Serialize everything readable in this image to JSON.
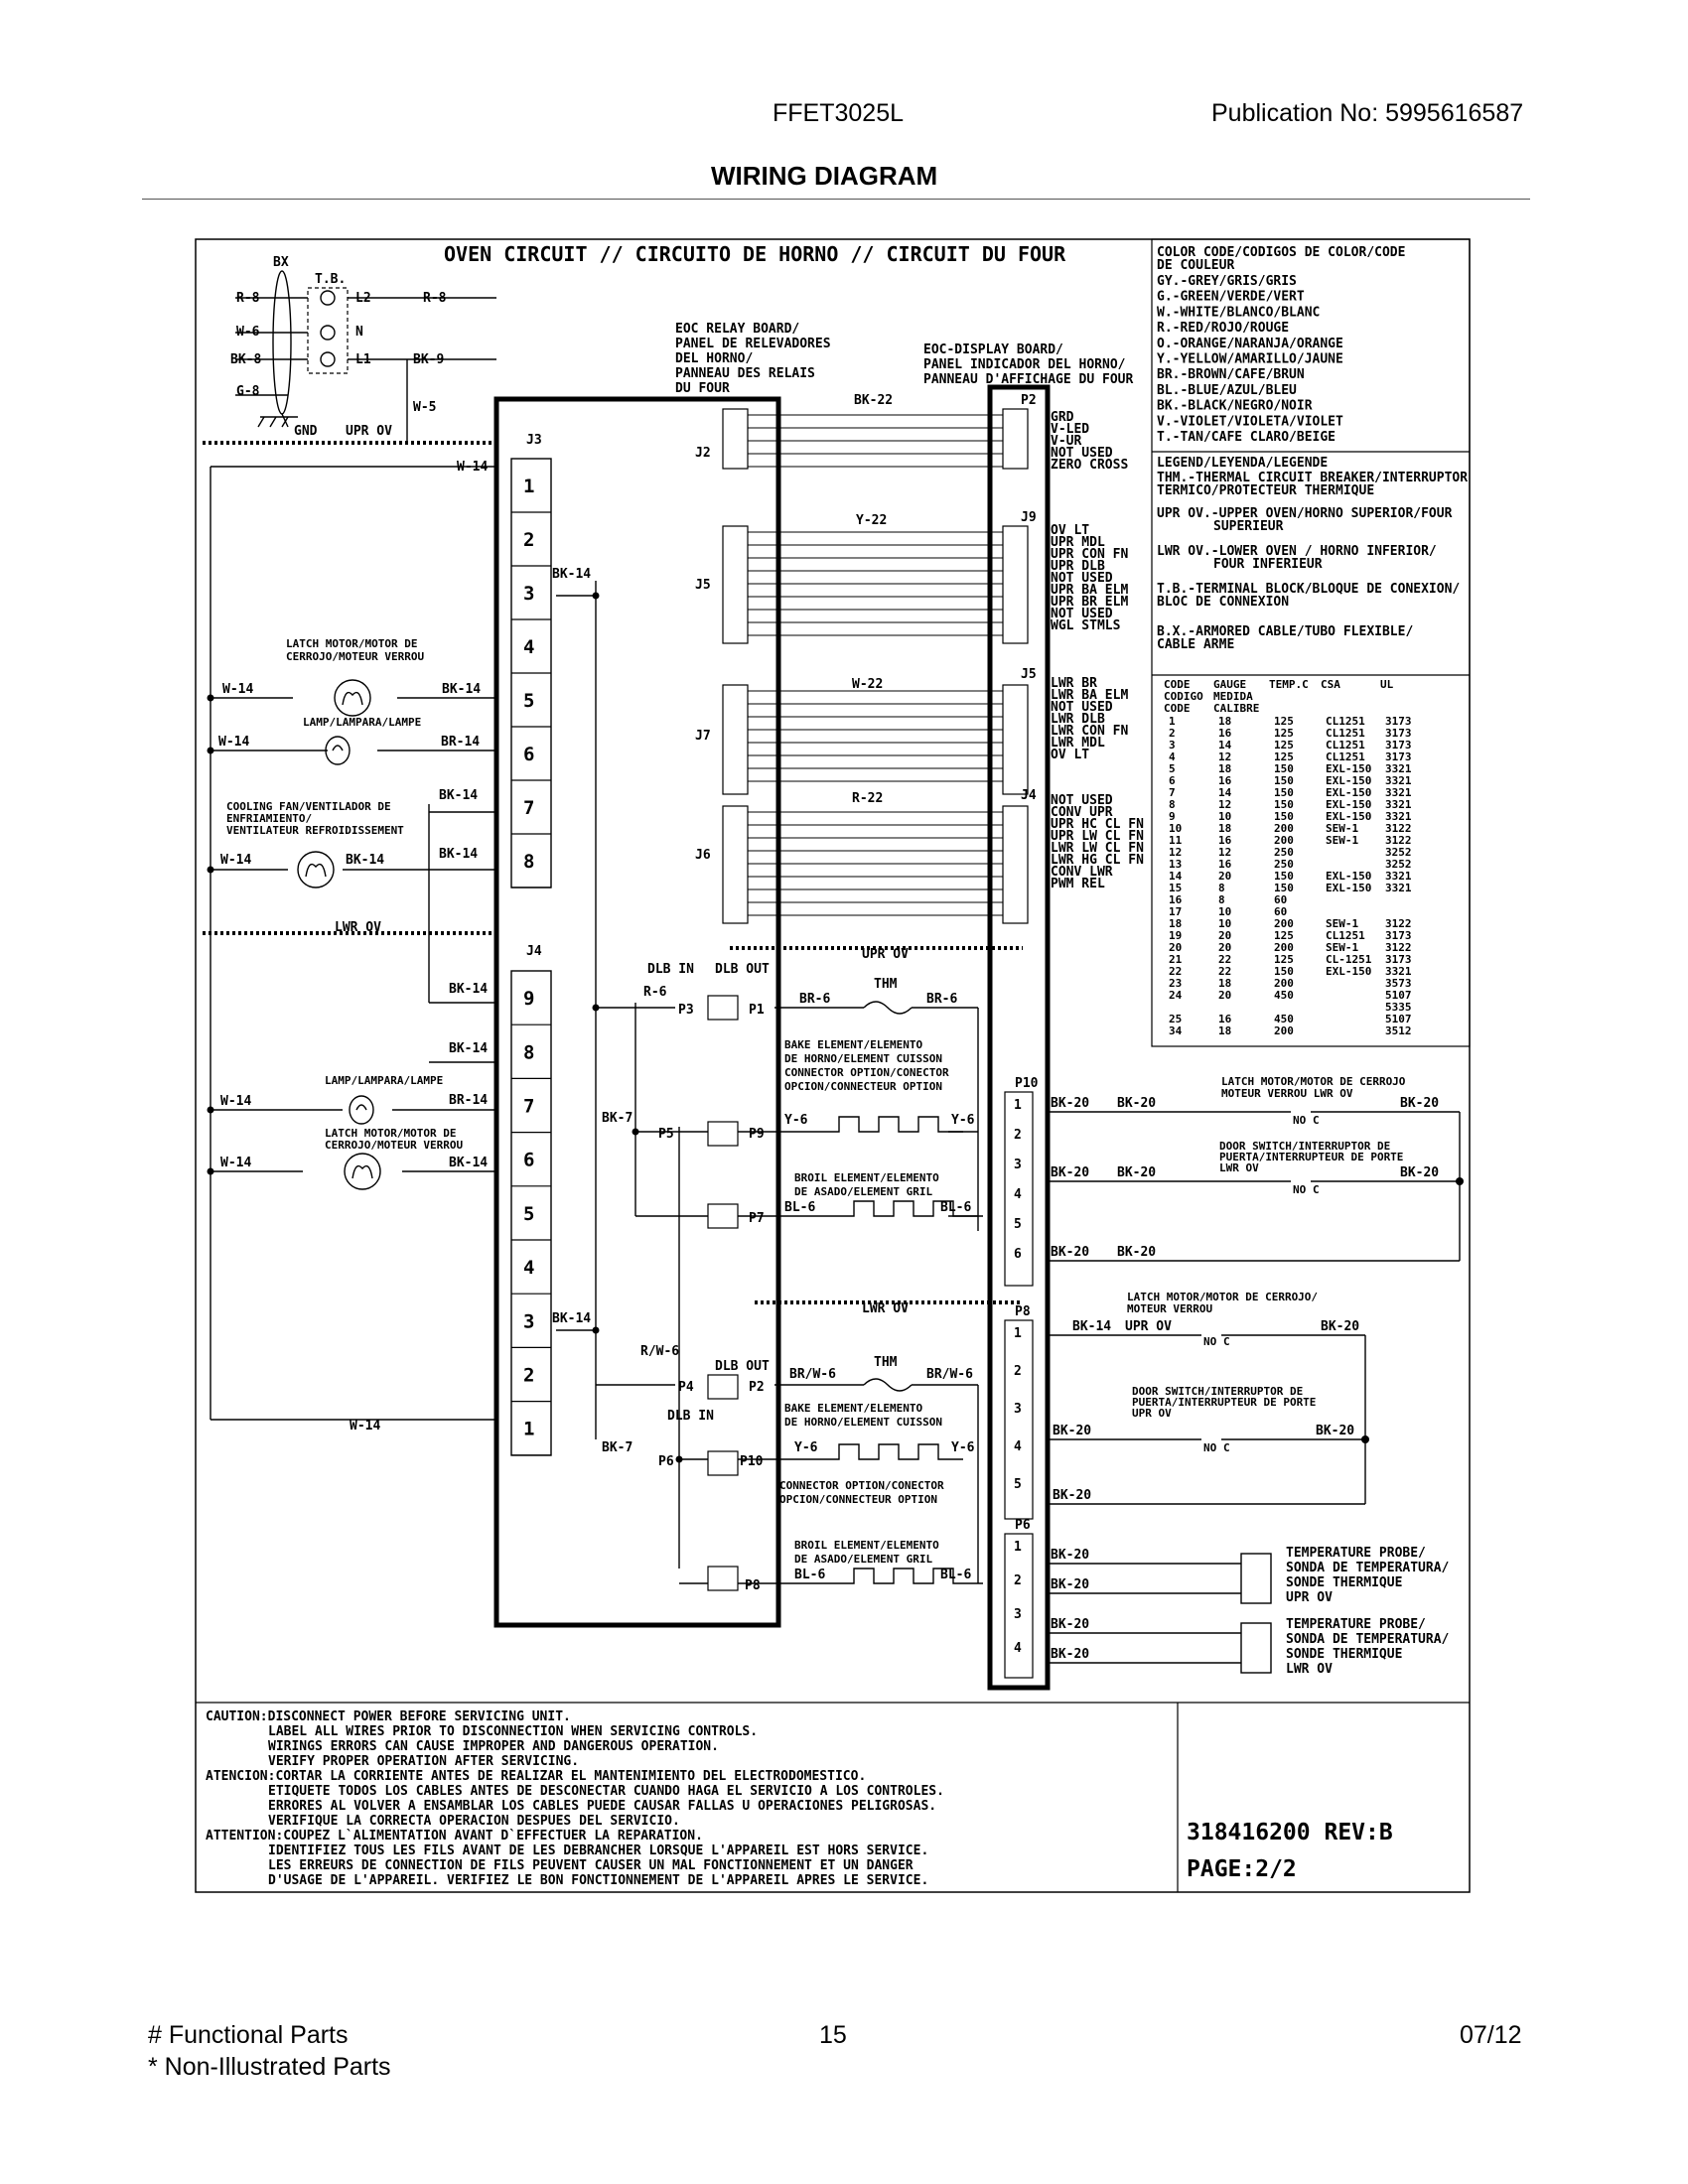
{
  "header": {
    "model": "FFET3025L",
    "publication": "Publication No:  5995616587",
    "title": "WIRING DIAGRAM"
  },
  "footer": {
    "functional": "# Functional Parts",
    "non_illustrated": "* Non-Illustrated Parts",
    "page": "15",
    "date": "07/12"
  },
  "diagram": {
    "title": "OVEN CIRCUIT // CIRCUITO DE HORNO // CIRCUIT DU FOUR",
    "bx": "BX",
    "tb": "T.B.",
    "gnd": "GND",
    "upr_ov": "UPR OV",
    "lwr_ov": "LWR OV",
    "relay_board": [
      "EOC RELAY BOARD/",
      "PANEL DE RELEVADORES",
      "DEL HORNO/",
      "PANNEAU DES RELAIS",
      "DU FOUR"
    ],
    "display_board": [
      "EOC-DISPLAY BOARD/",
      "PANEL INDICADOR DEL HORNO/",
      "PANNEAU D'AFFICHAGE DU FOUR"
    ],
    "wires": {
      "r8": "R-8",
      "w6": "W-6",
      "bk8": "BK-8",
      "g8": "G-8",
      "bk9": "BK-9",
      "w5": "W-5",
      "w14": "W-14",
      "bk14": "BK-14",
      "br14": "BR-14",
      "bk22": "BK-22",
      "y22": "Y-22",
      "w22": "W-22",
      "r22": "R-22",
      "r6": "R-6",
      "br6": "BR-6",
      "bk7": "BK-7",
      "y6": "Y-6",
      "bl6": "BL-6",
      "rw6": "R/W-6",
      "brw6": "BR/W-6",
      "bk20": "BK-20"
    },
    "tb_terms": [
      "L2",
      "N",
      "L1"
    ],
    "j3_label": "J3",
    "j4_label": "J4",
    "j3_pins": [
      "1",
      "2",
      "3",
      "4",
      "5",
      "6",
      "7",
      "8"
    ],
    "j4_pins": [
      "9",
      "8",
      "7",
      "6",
      "5",
      "4",
      "3",
      "2",
      "1"
    ],
    "connectors": [
      "J2",
      "J5",
      "J7",
      "J6"
    ],
    "p2_signals": [
      "GRD",
      "V-LED",
      "V-UR",
      "NOT USED",
      "ZERO CROSS"
    ],
    "j9_signals": [
      "OV LT",
      "UPR MDL",
      "UPR CON FN",
      "UPR DLB",
      "NOT USED",
      "UPR BA ELM",
      "UPR BR ELM",
      "NOT USED",
      "WGL STMLS"
    ],
    "j5_signals": [
      "LWR BR",
      "LWR BA ELM",
      "NOT USED",
      "LWR DLB",
      "LWR CON FN",
      "LWR MDL",
      "OV LT"
    ],
    "j4b_signals": [
      "NOT USED",
      "CONV UPR",
      "UPR HC CL FN",
      "UPR LW CL FN",
      "LWR LW CL FN",
      "LWR HG CL FN",
      "CONV LWR",
      "PWM REL"
    ],
    "disp_labels": [
      "P2",
      "J9",
      "J5",
      "J4",
      "P10",
      "P8",
      "P6"
    ],
    "latch_motor": [
      "LATCH MOTOR/MOTOR DE",
      "CERROJO/MOTEUR VERROU"
    ],
    "lamp": "LAMP/LAMPARA/LAMPE",
    "cooling_fan": [
      "COOLING FAN/VENTILADOR DE",
      "ENFRIAMIENTO/",
      "VENTILATEUR REFROIDISSEMENT"
    ],
    "dlb_in": "DLB IN",
    "dlb_out": "DLB OUT",
    "thm": "THM",
    "bake_element": [
      "BAKE ELEMENT/ELEMENTO",
      "DE HORNO/ELEMENT CUISSON",
      "CONNECTOR OPTION/CONECTOR",
      "OPCION/CONNECTEUR OPTION"
    ],
    "broil_element": [
      "BROIL ELEMENT/ELEMENTO",
      "DE ASADO/ELEMENT GRIL"
    ],
    "relay_labels": [
      "P3",
      "P1",
      "P5",
      "P9",
      "P7",
      "P4",
      "P2",
      "P6",
      "P10",
      "P8"
    ],
    "latch_lwr": [
      "LATCH MOTOR/MOTOR DE CERROJO",
      "MOTEUR VERROU LWR OV"
    ],
    "door_lwr": [
      "DOOR SWITCH/INTERRUPTOR DE",
      "PUERTA/INTERRUPTEUR DE PORTE",
      "LWR OV"
    ],
    "latch_upr": [
      "LATCH MOTOR/MOTOR DE CERROJO/",
      "MOTEUR VERROU"
    ],
    "door_upr": [
      "DOOR SWITCH/INTERRUPTOR DE",
      "PUERTA/INTERRUPTEUR DE PORTE",
      "UPR OV"
    ],
    "probe_upr": [
      "TEMPERATURE PROBE/",
      "SONDA DE TEMPERATURA/",
      "SONDE THERMIQUE",
      "UPR OV"
    ],
    "probe_lwr": [
      "TEMPERATURE PROBE/",
      "SONDA DE TEMPERATURA/",
      "SONDE THERMIQUE",
      "LWR OV"
    ],
    "no": "NO",
    "c": "C"
  },
  "legend": {
    "color_code_title": [
      "COLOR CODE/CODIGOS DE COLOR/CODE",
      "DE COULEUR"
    ],
    "colors": [
      "GY.-GREY/GRIS/GRIS",
      "G.-GREEN/VERDE/VERT",
      "W.-WHITE/BLANCO/BLANC",
      "R.-RED/ROJO/ROUGE",
      "O.-ORANGE/NARANJA/ORANGE",
      "Y.-YELLOW/AMARILLO/JAUNE",
      "BR.-BROWN/CAFE/BRUN",
      "BL.-BLUE/AZUL/BLEU",
      "BK.-BLACK/NEGRO/NOIR",
      "V.-VIOLET/VIOLETA/VIOLET",
      "T.-TAN/CAFE CLARO/BEIGE"
    ],
    "legend_title": "LEGEND/LEYENDA/LEGENDE",
    "legend_items": [
      "THM.-THERMAL CIRCUIT BREAKER/INTERRUPTOR",
      "TERMICO/PROTECTEUR THERMIQUE",
      "UPR OV.-UPPER OVEN/HORNO SUPERIOR/FOUR",
      "SUPERIEUR",
      "LWR OV.-LOWER OVEN / HORNO INFERIOR/",
      "FOUR INFERIEUR",
      "T.B.-TERMINAL BLOCK/BLOQUE DE CONEXION/",
      "BLOC DE CONNEXION",
      "B.X.-ARMORED CABLE/TUBO FLEXIBLE/",
      "CABLE ARME"
    ],
    "gauge_table": {
      "headers": [
        "CODE",
        "GAUGE",
        "TEMP.C",
        "CSA",
        "UL"
      ],
      "subheaders": [
        "CODIGO",
        "MEDIDA",
        "CODE",
        "CALIBRE"
      ],
      "rows": [
        [
          "1",
          "18",
          "125",
          "CL1251",
          "3173"
        ],
        [
          "2",
          "16",
          "125",
          "CL1251",
          "3173"
        ],
        [
          "3",
          "14",
          "125",
          "CL1251",
          "3173"
        ],
        [
          "4",
          "12",
          "125",
          "CL1251",
          "3173"
        ],
        [
          "5",
          "18",
          "150",
          "EXL-150",
          "3321"
        ],
        [
          "6",
          "16",
          "150",
          "EXL-150",
          "3321"
        ],
        [
          "7",
          "14",
          "150",
          "EXL-150",
          "3321"
        ],
        [
          "8",
          "12",
          "150",
          "EXL-150",
          "3321"
        ],
        [
          "9",
          "10",
          "150",
          "EXL-150",
          "3321"
        ],
        [
          "10",
          "18",
          "200",
          "SEW-1",
          "3122"
        ],
        [
          "11",
          "16",
          "200",
          "SEW-1",
          "3122"
        ],
        [
          "12",
          "12",
          "250",
          "",
          "3252"
        ],
        [
          "13",
          "16",
          "250",
          "",
          "3252"
        ],
        [
          "14",
          "20",
          "150",
          "EXL-150",
          "3321"
        ],
        [
          "15",
          "8",
          "150",
          "EXL-150",
          "3321"
        ],
        [
          "16",
          "8",
          "60",
          "",
          ""
        ],
        [
          "17",
          "10",
          "60",
          "",
          ""
        ],
        [
          "18",
          "10",
          "200",
          "SEW-1",
          "3122"
        ],
        [
          "19",
          "20",
          "125",
          "CL1251",
          "3173"
        ],
        [
          "20",
          "20",
          "200",
          "SEW-1",
          "3122"
        ],
        [
          "21",
          "22",
          "125",
          "CL-1251",
          "3173"
        ],
        [
          "22",
          "22",
          "150",
          "EXL-150",
          "3321"
        ],
        [
          "23",
          "18",
          "200",
          "",
          "3573"
        ],
        [
          "24",
          "20",
          "450",
          "",
          "5107"
        ],
        [
          "",
          "",
          "",
          "",
          "5335"
        ],
        [
          "25",
          "16",
          "450",
          "",
          "5107"
        ],
        [
          "34",
          "18",
          "200",
          "",
          "3512"
        ]
      ]
    }
  },
  "caution": {
    "lines": [
      "CAUTION:DISCONNECT POWER BEFORE SERVICING UNIT.",
      "LABEL ALL WIRES PRIOR TO DISCONNECTION WHEN SERVICING CONTROLS.",
      "WIRINGS ERRORS CAN CAUSE IMPROPER AND DANGEROUS OPERATION.",
      "VERIFY PROPER OPERATION AFTER SERVICING.",
      "ATENCION:CORTAR LA CORRIENTE ANTES DE REALIZAR EL MANTENIMIENTO DEL ELECTRODOMESTICO.",
      "ETIQUETE TODOS LOS CABLES ANTES DE DESCONECTAR CUANDO HAGA EL SERVICIO A LOS CONTROLES.",
      "ERRORES AL VOLVER A ENSAMBLAR LOS CABLES PUEDE CAUSAR FALLAS U OPERACIONES PELIGROSAS.",
      "VERIFIQUE LA CORRECTA OPERACION DESPUES DEL SERVICIO.",
      "ATTENTION:COUPEZ L`ALIMENTATION AVANT D`EFFECTUER LA REPARATION.",
      "IDENTIFIEZ TOUS LES FILS AVANT DE LES DEBRANCHER LORSQUE L'APPAREIL EST HORS SERVICE.",
      "LES ERREURS DE CONNECTION DE FILS PEUVENT CAUSER UN MAL FONCTIONNEMENT ET UN DANGER",
      "D'USAGE DE L'APPAREIL. VERIFIEZ LE BON FONCTIONNEMENT DE L'APPAREIL APRES LE SERVICE."
    ],
    "part_no": "318416200 REV:B",
    "page": "PAGE:2/2"
  }
}
